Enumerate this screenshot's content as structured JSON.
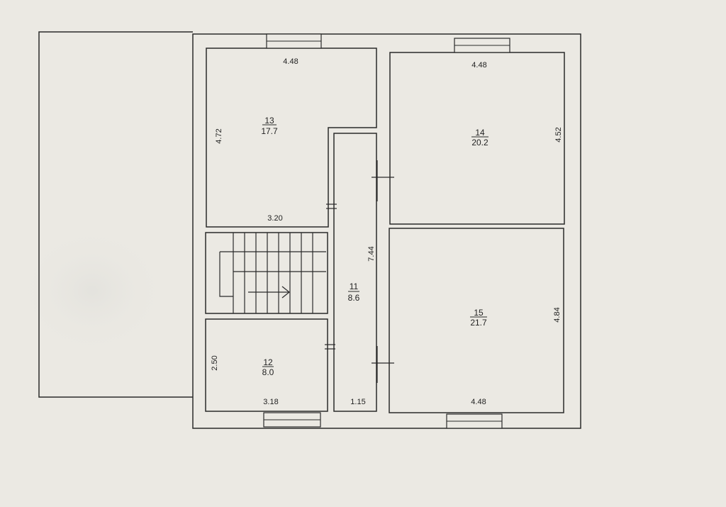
{
  "rooms": [
    {
      "number": "13",
      "area": "17.7",
      "dims": {
        "top": "4.48",
        "left": "4.72",
        "bottom": "3.20"
      }
    },
    {
      "number": "14",
      "area": "20.2",
      "dims": {
        "top": "4.48",
        "right": "4.52"
      }
    },
    {
      "number": "15",
      "area": "21.7",
      "dims": {
        "right": "4.84",
        "bottom": "4.48"
      }
    },
    {
      "number": "12",
      "area": "8.0",
      "dims": {
        "left": "2.50",
        "bottom": "3.18"
      }
    },
    {
      "number": "11",
      "area": "8.6",
      "dims": {
        "right": "7.44",
        "bottom": "1.15"
      }
    }
  ],
  "colors": {
    "paper": "#ebe9e3",
    "line": "#2a2a2a"
  }
}
